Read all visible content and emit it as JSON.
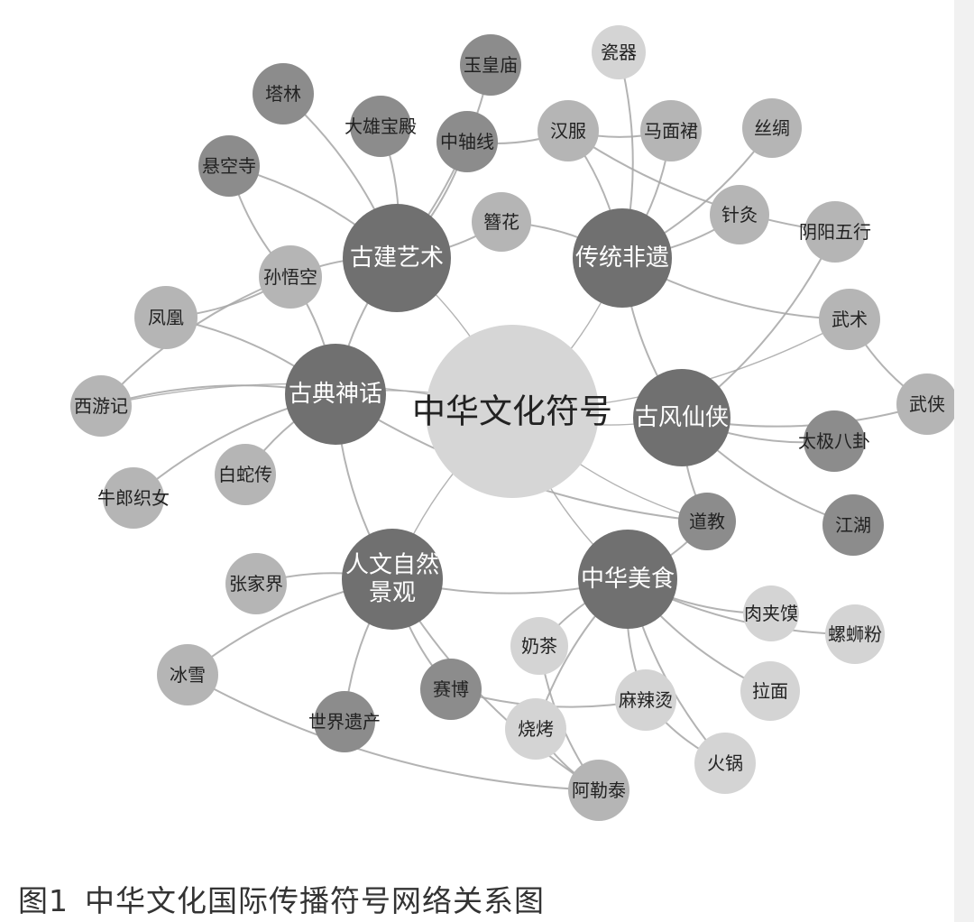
{
  "figure": {
    "caption_number": "图1",
    "caption_text": "中华文化国际传播符号网络关系图"
  },
  "colors": {
    "edge": "#a6a6a6",
    "center": "#d6d6d6",
    "category": "#707070",
    "tier_dark": "#8c8c8c",
    "tier_mid": "#b5b5b5",
    "tier_light": "#d4d4d4",
    "text_dark": "#222222",
    "text_light": "#ffffff"
  },
  "nodes": [
    {
      "id": "center",
      "label": "中华文化符号",
      "tier": "center"
    },
    {
      "id": "gujian",
      "label": "古建艺术",
      "tier": "category"
    },
    {
      "id": "chuantong",
      "label": "传统非遗",
      "tier": "category"
    },
    {
      "id": "gudian",
      "label": "古典神话",
      "tier": "category"
    },
    {
      "id": "gufeng",
      "label": "古风仙侠",
      "tier": "category"
    },
    {
      "id": "renwen",
      "label": "人文自然景观",
      "tier": "category"
    },
    {
      "id": "meishi",
      "label": "中华美食",
      "tier": "category"
    },
    {
      "id": "talin",
      "label": "塔林",
      "tier": "dark"
    },
    {
      "id": "yuhuang",
      "label": "玉皇庙",
      "tier": "dark"
    },
    {
      "id": "daxiong",
      "label": "大雄宝殿",
      "tier": "dark"
    },
    {
      "id": "zhongzhou",
      "label": "中轴线",
      "tier": "dark"
    },
    {
      "id": "xuankong",
      "label": "悬空寺",
      "tier": "dark"
    },
    {
      "id": "cier",
      "label": "瓷器",
      "tier": "light"
    },
    {
      "id": "hanfu",
      "label": "汉服",
      "tier": "mid"
    },
    {
      "id": "mamian",
      "label": "马面裙",
      "tier": "mid"
    },
    {
      "id": "sichou",
      "label": "丝绸",
      "tier": "mid"
    },
    {
      "id": "zhanhua",
      "label": "簪花",
      "tier": "mid"
    },
    {
      "id": "zhenjiu",
      "label": "针灸",
      "tier": "mid"
    },
    {
      "id": "yinyang",
      "label": "阴阳五行",
      "tier": "mid"
    },
    {
      "id": "sunwukong",
      "label": "孙悟空",
      "tier": "mid"
    },
    {
      "id": "fenghuang",
      "label": "凤凰",
      "tier": "mid"
    },
    {
      "id": "xiyouji",
      "label": "西游记",
      "tier": "mid"
    },
    {
      "id": "baishe",
      "label": "白蛇传",
      "tier": "mid"
    },
    {
      "id": "niulang",
      "label": "牛郎织女",
      "tier": "mid"
    },
    {
      "id": "wushu",
      "label": "武术",
      "tier": "mid"
    },
    {
      "id": "wuxia",
      "label": "武侠",
      "tier": "mid"
    },
    {
      "id": "taiji",
      "label": "太极八卦",
      "tier": "dark"
    },
    {
      "id": "jianghu",
      "label": "江湖",
      "tier": "dark"
    },
    {
      "id": "daojiao",
      "label": "道教",
      "tier": "dark"
    },
    {
      "id": "zhangjiajie",
      "label": "张家界",
      "tier": "mid"
    },
    {
      "id": "bingxue",
      "label": "冰雪",
      "tier": "mid"
    },
    {
      "id": "shijie",
      "label": "世界遗产",
      "tier": "dark"
    },
    {
      "id": "saibo",
      "label": "赛博",
      "tier": "dark"
    },
    {
      "id": "naicha",
      "label": "奶茶",
      "tier": "light"
    },
    {
      "id": "shaokao",
      "label": "烧烤",
      "tier": "light"
    },
    {
      "id": "malatang",
      "label": "麻辣烫",
      "tier": "light"
    },
    {
      "id": "aletai",
      "label": "阿勒泰",
      "tier": "mid"
    },
    {
      "id": "huoguo",
      "label": "火锅",
      "tier": "light"
    },
    {
      "id": "lamian",
      "label": "拉面",
      "tier": "light"
    },
    {
      "id": "roujiamo",
      "label": "肉夹馍",
      "tier": "light"
    },
    {
      "id": "luosifen",
      "label": "螺蛳粉",
      "tier": "light"
    }
  ],
  "edges": [
    [
      "center",
      "gujian"
    ],
    [
      "center",
      "chuantong"
    ],
    [
      "center",
      "gudian"
    ],
    [
      "center",
      "gufeng"
    ],
    [
      "center",
      "renwen"
    ],
    [
      "center",
      "meishi"
    ],
    [
      "center",
      "daojiao"
    ],
    [
      "center",
      "wushu"
    ],
    [
      "center",
      "xiyouji"
    ],
    [
      "gujian",
      "talin"
    ],
    [
      "gujian",
      "yuhuang"
    ],
    [
      "gujian",
      "daxiong"
    ],
    [
      "gujian",
      "zhongzhou"
    ],
    [
      "gujian",
      "xuankong"
    ],
    [
      "gujian",
      "zhanhua"
    ],
    [
      "gujian",
      "gudian"
    ],
    [
      "gujian",
      "sunwukong"
    ],
    [
      "chuantong",
      "cier"
    ],
    [
      "chuantong",
      "hanfu"
    ],
    [
      "chuantong",
      "mamian"
    ],
    [
      "chuantong",
      "sichou"
    ],
    [
      "chuantong",
      "zhenjiu"
    ],
    [
      "chuantong",
      "zhanhua"
    ],
    [
      "chuantong",
      "gufeng"
    ],
    [
      "chuantong",
      "wushu"
    ],
    [
      "zhongzhou",
      "hanfu"
    ],
    [
      "hanfu",
      "mamian"
    ],
    [
      "hanfu",
      "yinyang"
    ],
    [
      "xuankong",
      "sunwukong"
    ],
    [
      "gudian",
      "sunwukong"
    ],
    [
      "gudian",
      "fenghuang"
    ],
    [
      "gudian",
      "xiyouji"
    ],
    [
      "gudian",
      "baishe"
    ],
    [
      "gudian",
      "niulang"
    ],
    [
      "gudian",
      "renwen"
    ],
    [
      "gudian",
      "daojiao"
    ],
    [
      "sunwukong",
      "xiyouji"
    ],
    [
      "fenghuang",
      "sunwukong"
    ],
    [
      "gufeng",
      "yinyang"
    ],
    [
      "gufeng",
      "wuxia"
    ],
    [
      "gufeng",
      "taiji"
    ],
    [
      "gufeng",
      "jianghu"
    ],
    [
      "gufeng",
      "daojiao"
    ],
    [
      "wushu",
      "wuxia"
    ],
    [
      "renwen",
      "zhangjiajie"
    ],
    [
      "renwen",
      "bingxue"
    ],
    [
      "renwen",
      "shijie"
    ],
    [
      "renwen",
      "saibo"
    ],
    [
      "renwen",
      "aletai"
    ],
    [
      "renwen",
      "meishi"
    ],
    [
      "meishi",
      "naicha"
    ],
    [
      "meishi",
      "shaokao"
    ],
    [
      "meishi",
      "malatang"
    ],
    [
      "meishi",
      "huoguo"
    ],
    [
      "meishi",
      "lamian"
    ],
    [
      "meishi",
      "roujiamo"
    ],
    [
      "meishi",
      "luosifen"
    ],
    [
      "meishi",
      "daojiao"
    ],
    [
      "saibo",
      "malatang"
    ],
    [
      "naicha",
      "aletai"
    ],
    [
      "shaokao",
      "aletai"
    ],
    [
      "bingxue",
      "aletai"
    ],
    [
      "malatang",
      "huoguo"
    ]
  ]
}
